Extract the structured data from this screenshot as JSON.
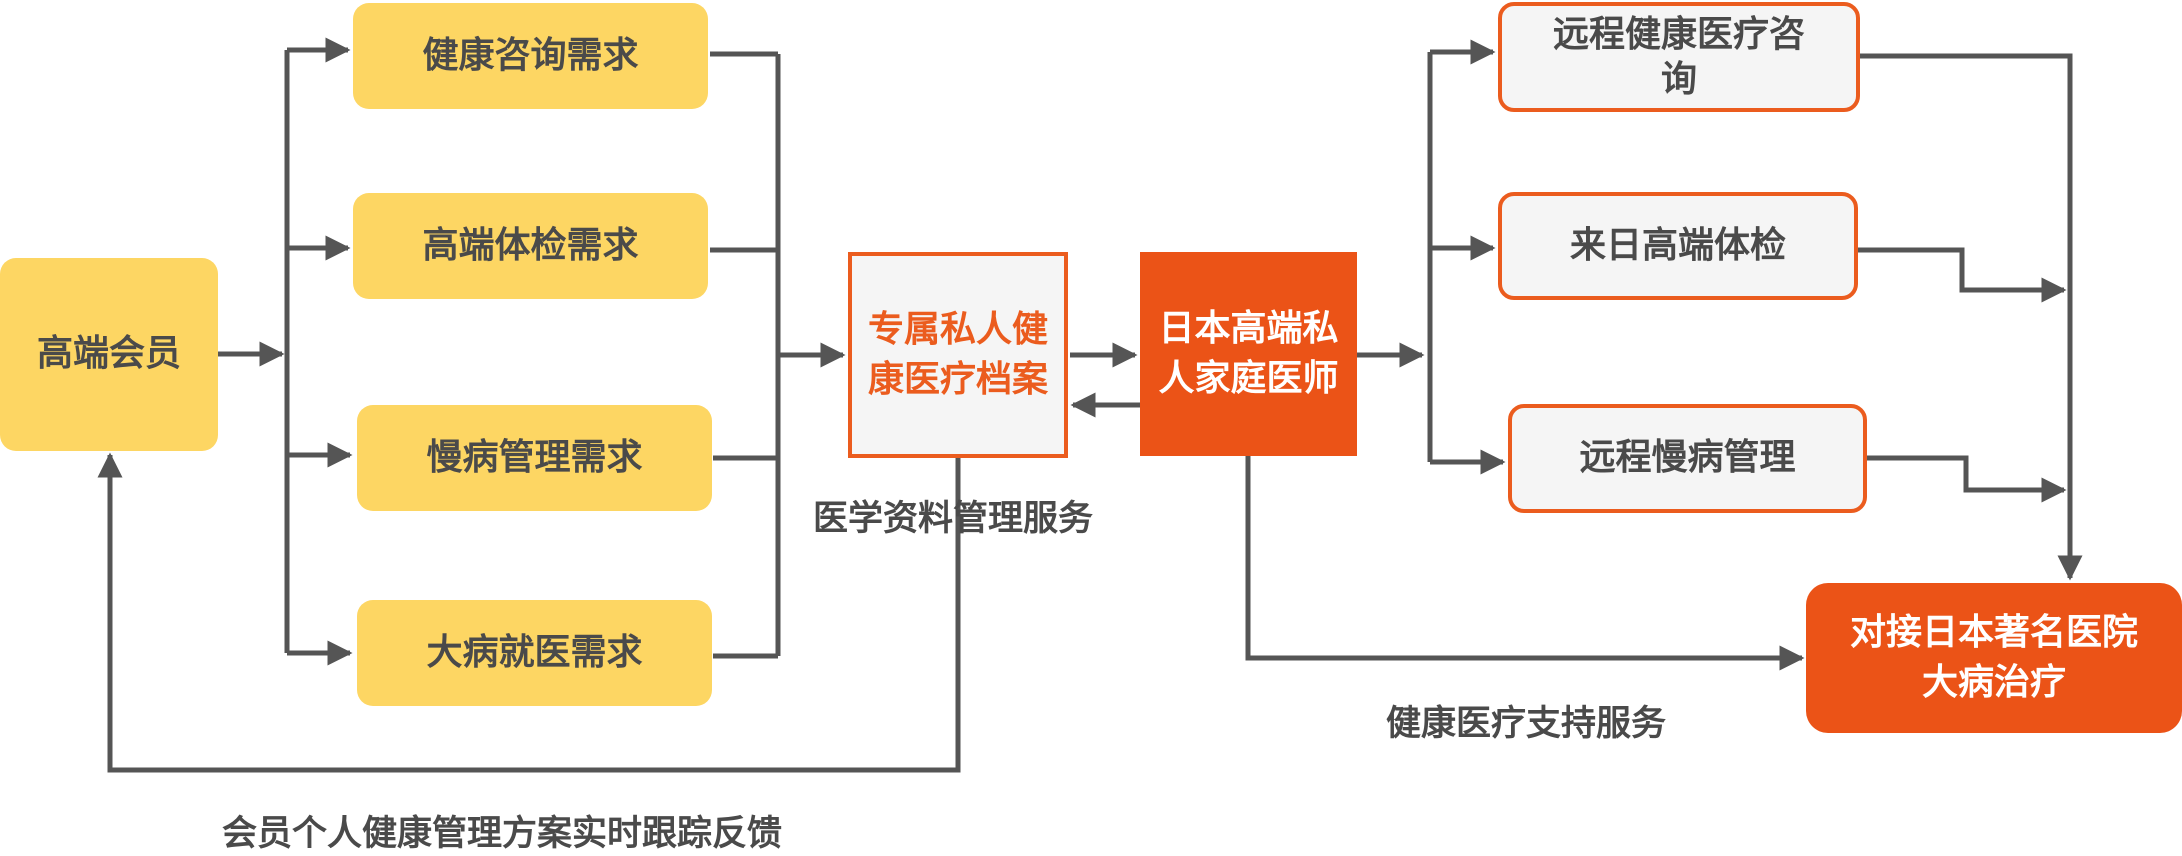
{
  "nodes": {
    "member": "高端会员",
    "need_consult": "健康咨询需求",
    "need_checkup": "高端体检需求",
    "need_chronic": "慢病管理需求",
    "need_major": "大病就医需求",
    "archive": "专属私人健康医疗档案",
    "doctor": "日本高端私人家庭医师",
    "remote_consult": "远程健康医疗咨询",
    "japan_checkup": "来日高端体检",
    "remote_chronic": "远程慢病管理",
    "hospital": "对接日本著名医院大病治疗"
  },
  "labels": {
    "medical_records": "医学资料管理服务",
    "support_service": "健康医疗支持服务",
    "feedback": "会员个人健康管理方案实时跟踪反馈"
  },
  "colors": {
    "yellow": "#fdd663",
    "orange": "#eb5317",
    "line": "#555555"
  }
}
